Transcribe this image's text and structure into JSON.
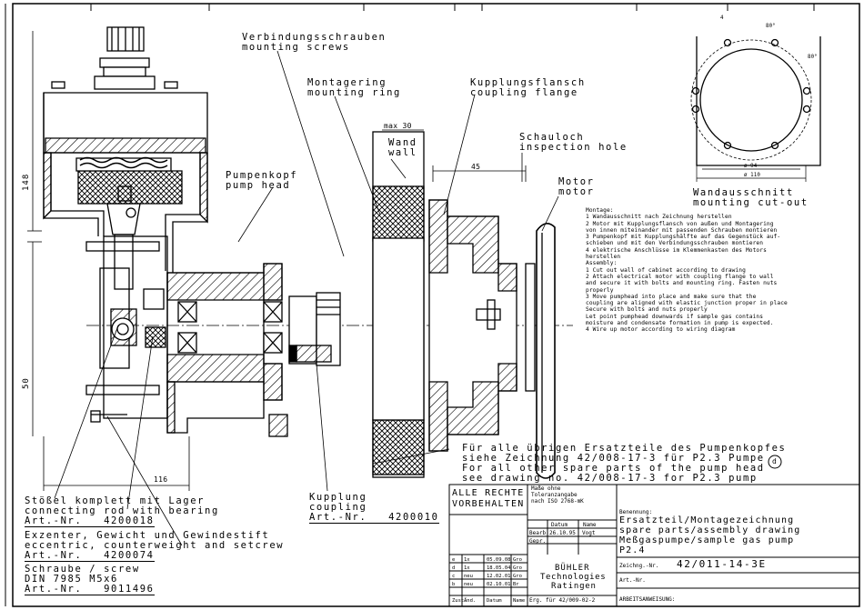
{
  "labels": {
    "mounting_screws_de": "Verbindungsschrauben",
    "mounting_screws_en": "mounting screws",
    "mounting_ring_de": "Montagering",
    "mounting_ring_en": "mounting ring",
    "coupling_flange_de": "Kupplungsflansch",
    "coupling_flange_en": "coupling flange",
    "inspection_hole_de": "Schauloch",
    "inspection_hole_en": "inspection hole",
    "wall_de": "Wand",
    "wall_en": "wall",
    "motor_de": "Motor",
    "motor_en": "motor",
    "pump_head_de": "Pumpenkopf",
    "pump_head_en": "pump head",
    "coupling_de": "Kupplung",
    "coupling_en": "coupling",
    "coupling_part_no": "Art.-Nr.   4200010",
    "cutout_de": "Wandausschnitt",
    "cutout_en": "mounting cut-out"
  },
  "dimensions": {
    "max30": "max 30",
    "d45": "45",
    "d148": "148",
    "d50": "50",
    "d116": "116",
    "d94": "ø 94",
    "d110": "ø 110",
    "d4": "4",
    "a80a": "80°",
    "a80b": "80°"
  },
  "parts": [
    {
      "line1": "Stößel komplett mit Lager",
      "line2": "connecting rod with bearing",
      "part_no": "Art.-Nr.   4200018"
    },
    {
      "line1": "Exzenter, Gewicht und Gewindestift",
      "line2": "eccentric, counterweight and setcrew",
      "part_no": "Art.-Nr.   4200074"
    },
    {
      "line1": "Schraube / screw",
      "line2": "DIN 7985 M5x6",
      "part_no": "Art.-Nr.   9011496"
    }
  ],
  "spare_note": [
    "Für alle übrigen Ersatzteile des Pumpenkopfes",
    "siehe Zeichnung 42/008-17-3 für P2.3 Pumpe",
    "For all other spare parts of the pump head",
    "see drawing no. 42/008-17-3 for P2.3 pump"
  ],
  "revision_mark": "d",
  "notes": [
    "Montage:",
    "1 Wandausschnitt nach Zeichnung herstellen",
    "2 Motor mit Kupplungsflansch von außen und Montagering",
    "von innen miteinander mit passenden Schrauben montieren",
    "3 Pumpenkopf mit Kupplungshälfte auf das Gegenstück auf-",
    "schieben und mit den Verbindungsschrauben montieren",
    "4 elektrische Anschlüsse im Klemmenkasten des Motors",
    "herstellen",
    "Assembly:",
    "1 Cut out wall of cabinet according to drawing",
    "2 Attach electrical motor with coupling flange to wall",
    "and secure it with bolts and mounting ring. Fasten nuts",
    "properly",
    "3 Move pumphead into place and make sure that the",
    "coupling are aligned with elastic junction proper in place",
    "Secure with bolts and nuts properly",
    "Let point pumphead downwards if sample gas contains",
    "moisture and condensate formation in pump is expected.",
    "4 Wire up motor according to wiring diagram"
  ],
  "title_block": {
    "rights1": "ALLE RECHTE",
    "rights2": "VORBEHALTEN",
    "tol1": "Maße ohne",
    "tol2": "Toleranzangabe",
    "tol3": "nach ISO 2768-mK",
    "datum": "Datum",
    "name": "Name",
    "bearb": "Bearb.",
    "bearb_date": "26.10.95",
    "bearb_name": "Vogt",
    "gepr": "Gepr.",
    "benennung_label": "Benennung:",
    "title1": "Ersatzteil/Montagezeichnung",
    "title2": "spare parts/assembly drawing",
    "title3": "Meßgaspumpe/sample gas pump",
    "title4": "P2.4",
    "zeichnung_label": "Zeichng.-Nr.",
    "drawing_no": "42/011-14-3E",
    "art_label": "Art.-Nr.",
    "ab_label": "ARBEITSANWEISUNG:",
    "company1": "BÜHLER",
    "company2": "Technologies",
    "company3": "Ratingen",
    "erg": "Erg. für 42/009-02-2",
    "rev_header": [
      "Zust.",
      "Änd.",
      "Datum",
      "Name"
    ],
    "revisions": [
      [
        "e",
        "1x",
        "05.09.08",
        "Gro"
      ],
      [
        "d",
        "1x",
        "18.05.04",
        "Gro"
      ],
      [
        "c",
        "neu",
        "12.02.01",
        "Gro"
      ],
      [
        "b",
        "neu",
        "02.10.01",
        "Br"
      ]
    ]
  }
}
